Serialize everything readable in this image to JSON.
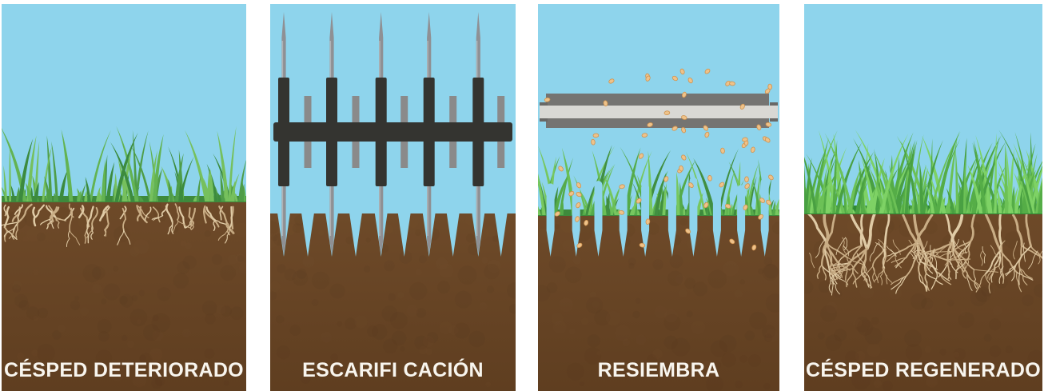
{
  "figure": {
    "title_implicit": "lawn regeneration steps",
    "colors": {
      "background": "#ffffff",
      "sky": "#8ed4ec",
      "soil_top": "#6e4a29",
      "soil_bottom": "#5f3e20",
      "soil_shadow": "#3a240f",
      "soil_highlight": "#8a5c33",
      "grass_base_strip": "#3e8a3c",
      "grass_base_strip_regen": "#2f8a35",
      "root": "#c9ad85",
      "root_light": "#e0cba6",
      "machine_dark": "#343430",
      "spike_gray": "#8f9094",
      "spike_light": "#c2c4c6",
      "bar_gray": "#8a8a8a",
      "seeder_body": "#757472",
      "seeder_tab": "#696866",
      "seeder_stripe": "#d9d8d4",
      "seed_fill": "#eec28a",
      "seed_edge": "#d0934e",
      "label_color": "#f8f5ee"
    },
    "grass_palettes": {
      "deteriorated": [
        "#4f9d48",
        "#63b352",
        "#3c8b3e",
        "#76c05d"
      ],
      "reseeding": [
        "#55ab4a",
        "#6abf57",
        "#418f41",
        "#77c75f"
      ],
      "regenerated": [
        "#6cc156",
        "#7ed265",
        "#55ad47",
        "#49a042"
      ]
    },
    "panels": [
      {
        "id": "cesped-deteriorado",
        "label": "CÉSPED DETERIORADO"
      },
      {
        "id": "escarificacion",
        "label": "ESCARIFI CACIÓN"
      },
      {
        "id": "resiembra",
        "label": "RESIEMBRA"
      },
      {
        "id": "cesped-regenerado",
        "label": "CÉSPED REGENERADO"
      }
    ]
  }
}
